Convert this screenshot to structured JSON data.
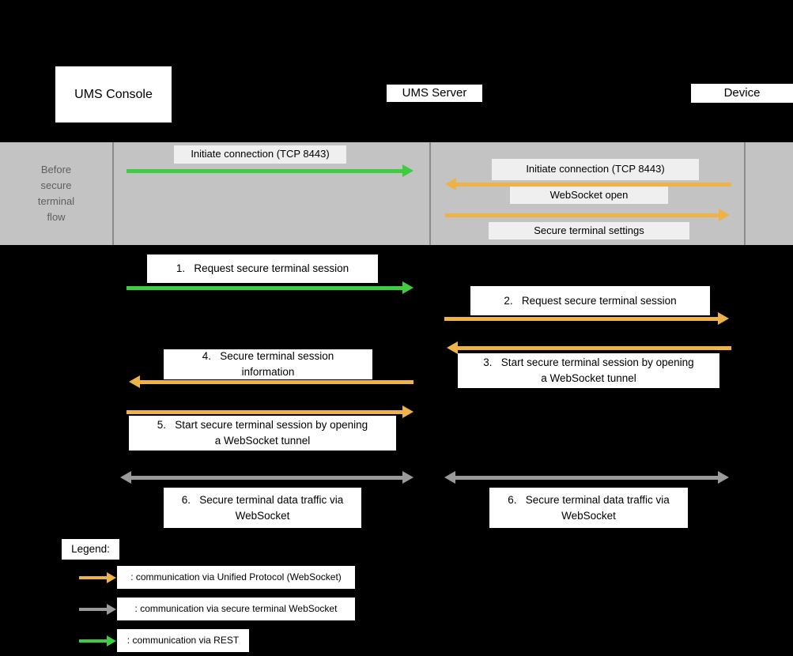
{
  "colors": {
    "green": "#3ecc41",
    "amber": "#edb248",
    "gray": "#9a9a9a",
    "band_bg": "#c3c3c3",
    "band_divider": "#8b8b8b",
    "band_box_bg": "#efefef",
    "band_text": "#5f5f5f"
  },
  "actors": {
    "console": "UMS Console",
    "server": "UMS Server",
    "device": "Device"
  },
  "band": {
    "caption": "Before\nsecure\nterminal\nflow",
    "console_server": {
      "initiate": "Initiate connection (TCP 8443)"
    },
    "server_device": {
      "initiate": "Initiate connection (TCP 8443)",
      "websocket_open": "WebSocket open",
      "settings": "Secure terminal settings"
    }
  },
  "flow": {
    "step1": "1.   Request secure terminal session",
    "step2": "2.   Request secure terminal session",
    "step3": "3.   Start secure terminal session by opening\na WebSocket tunnel",
    "step4": "4.   Secure terminal session\ninformation",
    "step5": "5.   Start secure terminal session by opening\na WebSocket tunnel",
    "step6_left": "6.   Secure terminal data traffic via\nWebSocket",
    "step6_right": "6.   Secure terminal data traffic via\nWebSocket"
  },
  "legend": {
    "title": "Legend:",
    "items": [
      {
        "label": ": communication via Unified Protocol (WebSocket)",
        "color": "amber"
      },
      {
        "label": ": communication via secure terminal WebSocket",
        "color": "gray"
      },
      {
        "label": ": communication via REST",
        "color": "green"
      }
    ]
  }
}
